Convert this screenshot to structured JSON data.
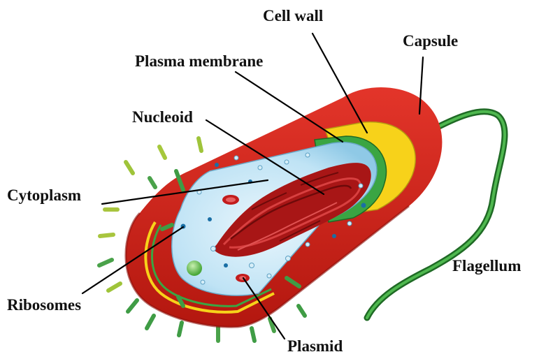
{
  "labels": {
    "cell_wall": "Cell wall",
    "capsule": "Capsule",
    "plasma_membrane": "Plasma membrane",
    "nucleoid": "Nucleoid",
    "cytoplasm": "Cytoplasm",
    "flagellum": "Flagellum",
    "ribosomes": "Ribosomes",
    "plasmid": "Plasmid"
  },
  "colors": {
    "capsule": "#d8201c",
    "capsule_dark": "#a8140f",
    "cell_wall": "#f7d21a",
    "plasma_membrane": "#3aa543",
    "cytoplasm": "#bfe3f5",
    "nucleoid": "#b01818",
    "flagellum": "#2f8a35",
    "pili": "#3f9c45",
    "ribosome": "#1a6fa5",
    "text": "#111111",
    "background": "#ffffff"
  }
}
